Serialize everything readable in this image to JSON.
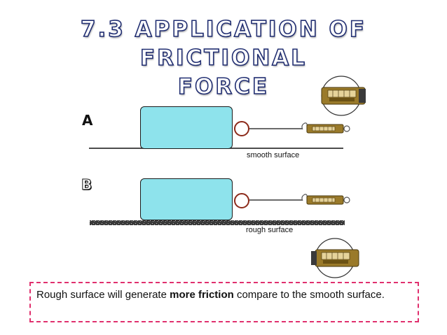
{
  "title": {
    "line1": "7.3 APPLICATION OF FRICTIONAL",
    "line2": "FORCE"
  },
  "diagram": {
    "setup_a": {
      "label": "A",
      "surface_label": "smooth surface"
    },
    "setup_b": {
      "label": "B",
      "surface_label": "rough surface"
    }
  },
  "note": {
    "text_before": "Rough surface will generate ",
    "text_bold": "more friction",
    "text_after": " compare to the smooth surface."
  },
  "colors": {
    "title_outline": "#222f72",
    "block_fill": "#8ee3ec",
    "ring": "#8c2a1a",
    "spring_balance": "#9a7a2a",
    "note_border": "#e0306e"
  }
}
